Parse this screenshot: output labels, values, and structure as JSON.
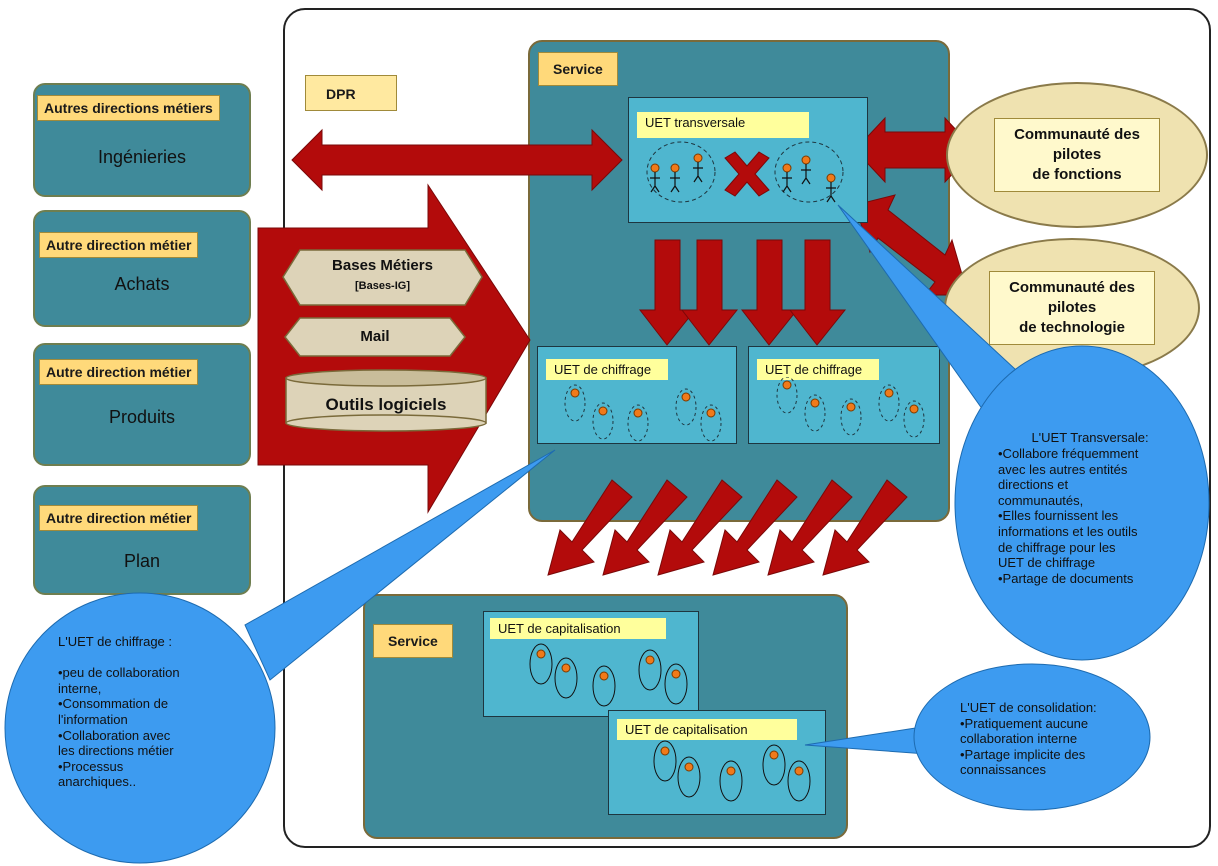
{
  "directions": [
    {
      "header": "Autres directions métiers",
      "name": "Ingénieries"
    },
    {
      "header": "Autre direction métier",
      "name": "Achats"
    },
    {
      "header": "Autre direction métier",
      "name": "Produits"
    },
    {
      "header": "Autre direction métier",
      "name": "Plan"
    }
  ],
  "dpr": {
    "label": "DPR"
  },
  "tools": {
    "bases": "Bases Métiers",
    "bases_sub": "[Bases-IG]",
    "mail": "Mail",
    "outils": "Outils logiciels"
  },
  "service_top": {
    "label": "Service",
    "transversale": "UET transversale",
    "chiffrage": [
      "UET de chiffrage",
      "UET de chiffrage"
    ]
  },
  "communities": [
    {
      "line1": "Communauté des",
      "line2": "pilotes",
      "line3": "de fonctions"
    },
    {
      "line1": "Communauté des",
      "line2": "pilotes",
      "line3": "de technologie"
    }
  ],
  "service_bottom": {
    "label": "Service",
    "capitalisation": [
      "UET de capitalisation",
      "UET de capitalisation"
    ]
  },
  "callouts": {
    "chiffrage": "L'UET de chiffrage :\n\n•peu de collaboration\ninterne,\n•Consommation de\nl'information\n•Collaboration avec\nles directions métier\n•Processus\nanarchiques..",
    "transversale_title": "L'UET Transversale:",
    "transversale": "•Collabore fréquemment\navec les autres entités\ndirections et\ncommunautés,\n•Elles fournissent les\ninformations et les outils\nde chiffrage pour les\nUET de chiffrage\n•Partage de documents",
    "consolidation": "L'UET de consolidation:\n•Pratiquement aucune\ncollaboration interne\n•Partage implicite des\nconnaissances"
  },
  "colors": {
    "arrow": "#b30b0b",
    "teal": "#3f8a9a",
    "uet": "#4fb6cf",
    "callout": "#3d9bf0",
    "label_yellow": "#ffd97a"
  }
}
